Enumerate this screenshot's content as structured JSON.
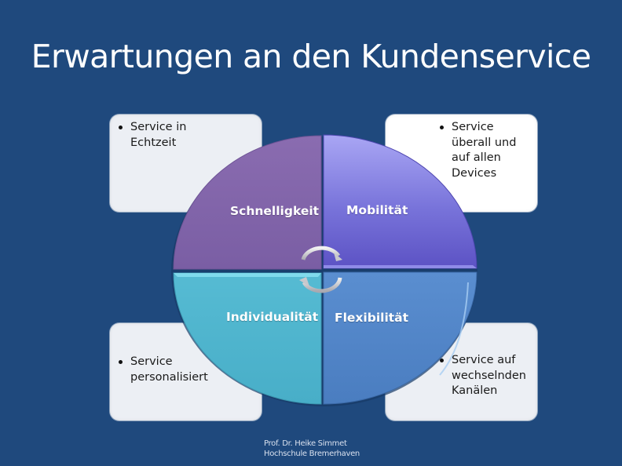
{
  "slide": {
    "title": "Erwartungen an den Kundenservice",
    "background_color": "#1f497d"
  },
  "quadrants": [
    {
      "id": "top-left",
      "label": "Schnelligkeit",
      "color": "#8064a2",
      "bullet": [
        "Service in",
        "Echtzeit"
      ]
    },
    {
      "id": "top-right",
      "label": "Mobilität",
      "color": "#6f66d0",
      "bullet": [
        "Service",
        "überall und",
        "auf allen",
        "Devices"
      ]
    },
    {
      "id": "bottom-left",
      "label": "Individualität",
      "color": "#4bacc6",
      "bullet": [
        "Service",
        "personalisiert"
      ]
    },
    {
      "id": "bottom-right",
      "label": "Flexibilität",
      "color": "#4f81bd",
      "bullet": [
        "Service auf",
        "wechselnden",
        "Kanälen"
      ]
    }
  ],
  "boxes": {
    "top_left": "Service in Echtzeit",
    "top_right": "Service überall und auf allen Devices",
    "bottom_left": "Service personalisiert",
    "bottom_right": "Service auf wechselnden Kanälen"
  },
  "center_icon": "cycle-arrows-icon",
  "footer": {
    "line1": "Prof. Dr. Heike Simmet",
    "line2": "Hochschule Bremerhaven"
  }
}
